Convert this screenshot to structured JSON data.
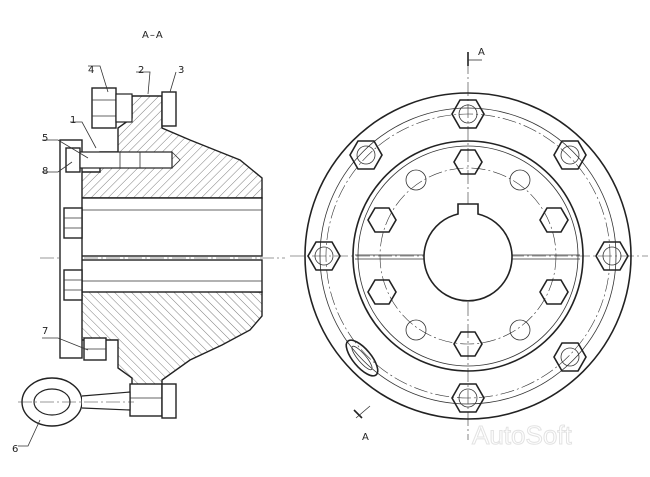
{
  "section_title": "A–A",
  "section_mark": "A",
  "parts": [
    {
      "id": "1",
      "label": "1"
    },
    {
      "id": "2",
      "label": "2"
    },
    {
      "id": "3",
      "label": "3"
    },
    {
      "id": "4",
      "label": "4"
    },
    {
      "id": "5",
      "label": "5"
    },
    {
      "id": "6",
      "label": "6"
    },
    {
      "id": "7",
      "label": "7"
    },
    {
      "id": "8",
      "label": "8"
    }
  ],
  "watermark": "AutoSoft",
  "colors": {
    "line": "#222222",
    "hatch": "#444444",
    "background": "#ffffff"
  }
}
